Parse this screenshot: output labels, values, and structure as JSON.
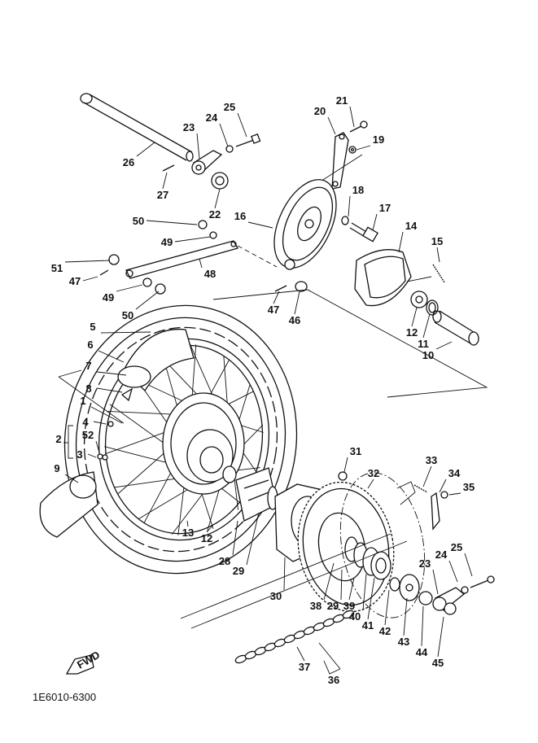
{
  "diagram": {
    "type": "exploded-parts-diagram",
    "subject": "rear wheel assembly",
    "drawing_code": "1E6010-6300",
    "direction_marker": "FWD",
    "callouts": [
      {
        "id": "c1",
        "label": "1"
      },
      {
        "id": "c2",
        "label": "2"
      },
      {
        "id": "c3",
        "label": "3"
      },
      {
        "id": "c4",
        "label": "4"
      },
      {
        "id": "c5",
        "label": "5"
      },
      {
        "id": "c6",
        "label": "6"
      },
      {
        "id": "c7",
        "label": "7"
      },
      {
        "id": "c8",
        "label": "8"
      },
      {
        "id": "c9",
        "label": "9"
      },
      {
        "id": "c10",
        "label": "10"
      },
      {
        "id": "c11",
        "label": "11"
      },
      {
        "id": "c12a",
        "label": "12"
      },
      {
        "id": "c12b",
        "label": "12"
      },
      {
        "id": "c13",
        "label": "13"
      },
      {
        "id": "c14",
        "label": "14"
      },
      {
        "id": "c15",
        "label": "15"
      },
      {
        "id": "c16",
        "label": "16"
      },
      {
        "id": "c17",
        "label": "17"
      },
      {
        "id": "c18",
        "label": "18"
      },
      {
        "id": "c19",
        "label": "19"
      },
      {
        "id": "c20",
        "label": "20"
      },
      {
        "id": "c21",
        "label": "21"
      },
      {
        "id": "c22",
        "label": "22"
      },
      {
        "id": "c23a",
        "label": "23"
      },
      {
        "id": "c23b",
        "label": "23"
      },
      {
        "id": "c24a",
        "label": "24"
      },
      {
        "id": "c24b",
        "label": "24"
      },
      {
        "id": "c25a",
        "label": "25"
      },
      {
        "id": "c25b",
        "label": "25"
      },
      {
        "id": "c26",
        "label": "26"
      },
      {
        "id": "c27",
        "label": "27"
      },
      {
        "id": "c28",
        "label": "28"
      },
      {
        "id": "c29a",
        "label": "29"
      },
      {
        "id": "c29b",
        "label": "29"
      },
      {
        "id": "c30",
        "label": "30"
      },
      {
        "id": "c31",
        "label": "31"
      },
      {
        "id": "c32",
        "label": "32"
      },
      {
        "id": "c33",
        "label": "33"
      },
      {
        "id": "c34",
        "label": "34"
      },
      {
        "id": "c35",
        "label": "35"
      },
      {
        "id": "c36",
        "label": "36"
      },
      {
        "id": "c37",
        "label": "37"
      },
      {
        "id": "c38",
        "label": "38"
      },
      {
        "id": "c39",
        "label": "39"
      },
      {
        "id": "c40",
        "label": "40"
      },
      {
        "id": "c41",
        "label": "41"
      },
      {
        "id": "c42",
        "label": "42"
      },
      {
        "id": "c43",
        "label": "43"
      },
      {
        "id": "c44",
        "label": "44"
      },
      {
        "id": "c45",
        "label": "45"
      },
      {
        "id": "c46",
        "label": "46"
      },
      {
        "id": "c47a",
        "label": "47"
      },
      {
        "id": "c47b",
        "label": "47"
      },
      {
        "id": "c48",
        "label": "48"
      },
      {
        "id": "c49a",
        "label": "49"
      },
      {
        "id": "c49b",
        "label": "49"
      },
      {
        "id": "c50a",
        "label": "50"
      },
      {
        "id": "c50b",
        "label": "50"
      },
      {
        "id": "c51",
        "label": "51"
      },
      {
        "id": "c52",
        "label": "52"
      }
    ]
  }
}
